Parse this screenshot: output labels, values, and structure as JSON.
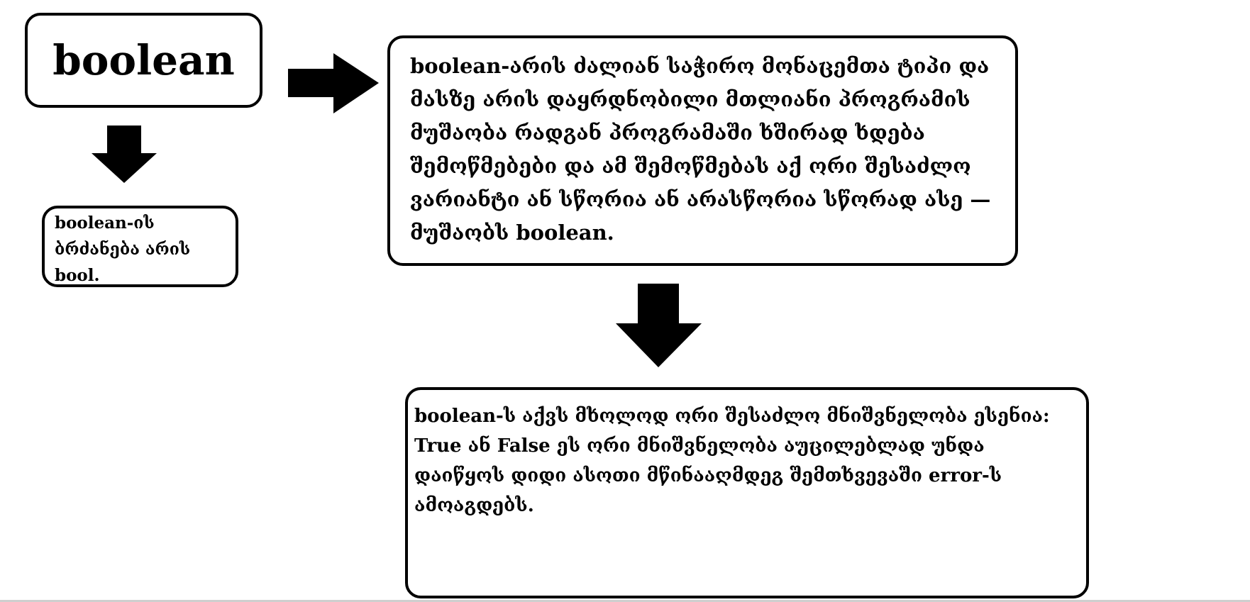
{
  "diagram": {
    "title": "boolean",
    "command_note": "boolean-ის ბრძანება არის bool.",
    "description": "boolean-არის ძალიან საჭირო მონაცემთა ტიპი და მასზე არის დაყრდნობილი მთლიანი პროგრამის მუშაობა რადგან პროგრამაში ხშირად ხდება შემოწმებები და ამ შემოწმებას აქ ორი შესაძლო ვარიანტი ან სწორია ან არასწორია სწორად ასე — მუშაობს boolean.",
    "values_note": "boolean-ს აქვს მხოლოდ ორი შესაძლო მნიშვნელობა ესენია: True ან False ეს ორი მნიშვნელობა აუცილებლად უნდა დაიწყოს დიდი ასოთი მწინააღმდეგ შემთხვევაში error-ს ამოაგდებს."
  },
  "colors": {
    "background": "#ffffff",
    "ink": "#000000"
  }
}
